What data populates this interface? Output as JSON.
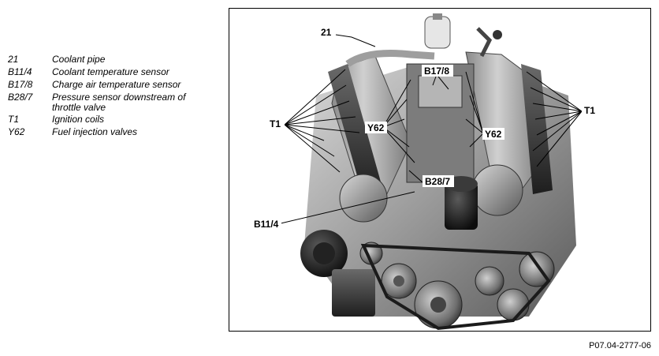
{
  "legend": [
    {
      "code": "21",
      "desc": "Coolant pipe"
    },
    {
      "code": "B11/4",
      "desc": "Coolant temperature sensor"
    },
    {
      "code": "B17/8",
      "desc": "Charge air temperature sensor"
    },
    {
      "code": "B28/7",
      "desc": "Pressure sensor downstream of throttle valve"
    },
    {
      "code": "T1",
      "desc": "Ignition coils"
    },
    {
      "code": "Y62",
      "desc": "Fuel injection valves"
    }
  ],
  "callouts": {
    "c21": "21",
    "b17_8": "B17/8",
    "t1_left": "T1",
    "t1_right": "T1",
    "y62_left": "Y62",
    "y62_right": "Y62",
    "b28_7": "B28/7",
    "b11_4": "B11/4"
  },
  "reference_code": "P07.04-2777-06"
}
